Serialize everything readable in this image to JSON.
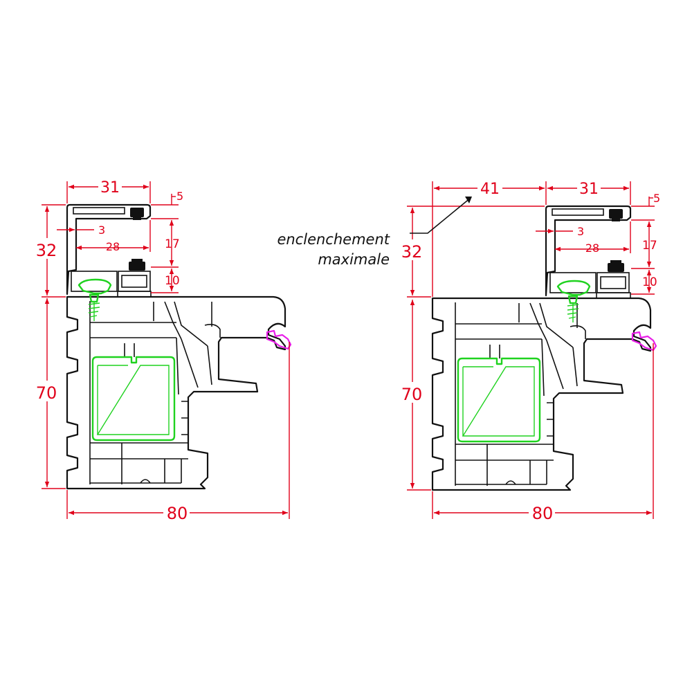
{
  "diagrams": [
    {
      "id": "left",
      "labels": {
        "top_width": "31",
        "top_height": "32",
        "bottom_height": "70",
        "bottom_width": "80",
        "d5": "5",
        "d3": "3",
        "d28": "28",
        "d17": "17",
        "d10": "10"
      }
    },
    {
      "id": "right",
      "labels": {
        "offset_width": "41",
        "top_width": "31",
        "top_height": "32",
        "bottom_height": "70",
        "bottom_width": "80",
        "d5": "5",
        "d3": "3",
        "d28": "28",
        "d17": "17",
        "d10": "10"
      }
    }
  ],
  "annotation": {
    "line1": "enclenchement",
    "line2": "maximale"
  },
  "colors": {
    "profile": "#111111",
    "dimension": "#e0001a",
    "gasket": "#1fd21f",
    "seal": "#e81ee8"
  }
}
